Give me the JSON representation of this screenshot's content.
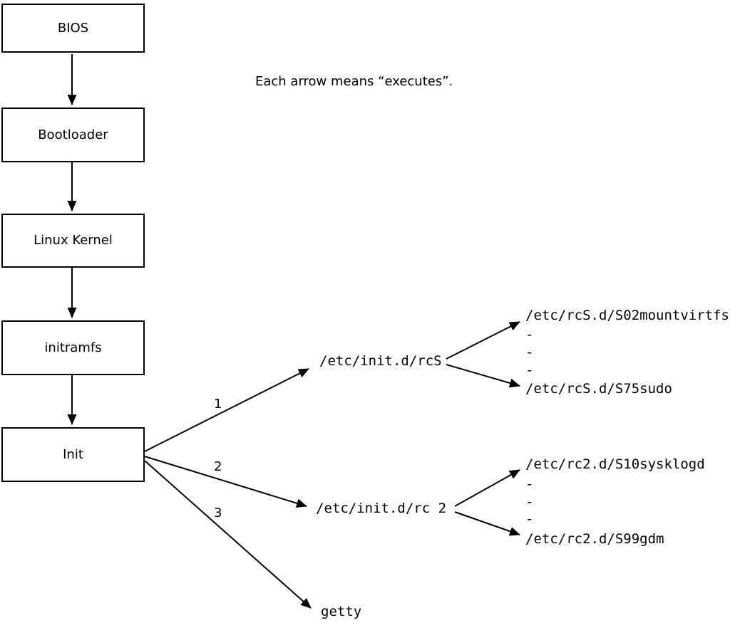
{
  "note": "Each arrow means “executes”.",
  "chain": {
    "bios": "BIOS",
    "bootloader": "Bootloader",
    "kernel": "Linux Kernel",
    "initramfs": "initramfs",
    "init": "Init"
  },
  "fanout": {
    "label_1": "1",
    "label_2": "2",
    "label_3": "3",
    "rcs": "/etc/init.d/rcS",
    "rc2": "/etc/init.d/rc 2",
    "getty": "getty"
  },
  "rcs_scripts": {
    "first": "/etc/rcS.d/S02mountvirtfs",
    "dash_1": "-",
    "dash_2": "-",
    "dash_3": "-",
    "last": "/etc/rcS.d/S75sudo"
  },
  "rc2_scripts": {
    "first": "/etc/rc2.d/S10sysklogd",
    "dash_1": "-",
    "dash_2": "-",
    "dash_3": "-",
    "last": "/etc/rc2.d/S99gdm"
  }
}
